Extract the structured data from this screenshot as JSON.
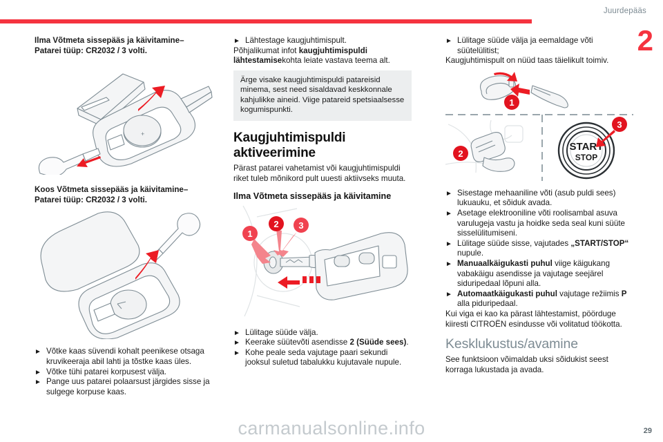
{
  "header": {
    "running_head": "Juurdepääs",
    "chapter_number": "2",
    "rule_color": "#f5333f"
  },
  "column1": {
    "heading_line1": "Ilma Võtmeta sissepääs ja käivitamine–",
    "heading_line2": "Patarei tüüp: CR2032 / 3 volti.",
    "figure1_alt": "key-fob-battery-replacement-exploded-view",
    "heading2_line1": "Koos Võtmeta sissepääs ja käivitamine–",
    "heading2_line2": "Patarei tüüp: CR2032 / 3 volti.",
    "figure2_alt": "key-fob-cover-open-with-screwdriver",
    "bullets": [
      "Võtke kaas süvendi kohalt peenikese otsaga kruvikeeraja abil lahti ja tõstke kaas üles.",
      "Võtke tühi patarei korpusest välja.",
      "Pange uus patarei polaarsust järgides sisse ja sulgege korpuse kaas."
    ]
  },
  "column2": {
    "bullet1": "Lähtestage kaugjuhtimispult.",
    "para_pre": "Põhjalikumat infot ",
    "para_bold": "kaugjuhtimispuldi lähtestamise",
    "para_post": "kohta leiate vastava teema alt.",
    "note": "Ärge visake kaugjuhtimispuldi patareisid minema, sest need sisaldavad keskkonnale kahjulikke aineid. Viige patareid spetsiaalsesse kogumispunkti.",
    "section_title": "Kaugjuhtimispuldi aktiveerimine",
    "section_body": "Pärast patarei vahetamist või kaugjuhtimispuldi riket tuleb mõnikord pult uuesti aktiivseks muuta.",
    "subsection_title": "Ilma Võtmeta sissepääs ja käivitamine",
    "figure_alt": "key-inserted-in-ignition-barrel-callouts-1-2-3",
    "callouts": [
      "1",
      "2",
      "3"
    ],
    "bullets": [
      "Lülitage süüde välja.",
      "Keerake süütevõti asendisse 2 (Süüde sees).",
      "Kohe peale seda vajutage paari sekundi jooksul suletud tabalukku kujutavale nupule."
    ],
    "bullet2_plain": "Keerake süütevõti asendisse ",
    "bullet2_bold": "2 (Süüde sees)",
    "bullet2_tail": "."
  },
  "column3": {
    "bullet1_line1": "Lülitage süüde välja ja eemaldage võti",
    "bullet1_line2": "süütelülitist;",
    "para_after": "Kaugjuhtimispult on nüüd taas täielikult toimiv.",
    "figure_alt": "mechanical-key-extraction-and-start-stop-button-callouts",
    "callouts": [
      "1",
      "2",
      "3"
    ],
    "start_stop_label_top": "START",
    "start_stop_label_bottom": "STOP",
    "bullets": [
      "Sisestage mehaaniline võti (asub puldi sees) lukuauku, et sõiduk avada.",
      "Asetage elektrooniline võti roolisambal asuva varulugeja vastu ja hoidke seda seal kuni süüte sisselülitumiseni.",
      "Lülitage süüde sisse, vajutades „START/STOP“ nupule.",
      "Manuaalkäigukasti puhul viige käigukang vabakäigu asendisse ja vajutage seejärel siduripedaal lõpuni alla.",
      "Automaatkäigukasti puhul vajutage režiimis P alla piduripedaal."
    ],
    "closing_para": "Kui viga ei kao ka pärast lähtestamist, pöörduge kiiresti CITROËN esindusse või volitatud töökotta.",
    "section_title": "Kesklukustus/avamine",
    "section_body": "See funktsioon võimaldab uksi sõidukist seest korraga lukustada ja avada."
  },
  "footer": {
    "watermark": "carmanualsonline.info",
    "page_number": "29"
  }
}
